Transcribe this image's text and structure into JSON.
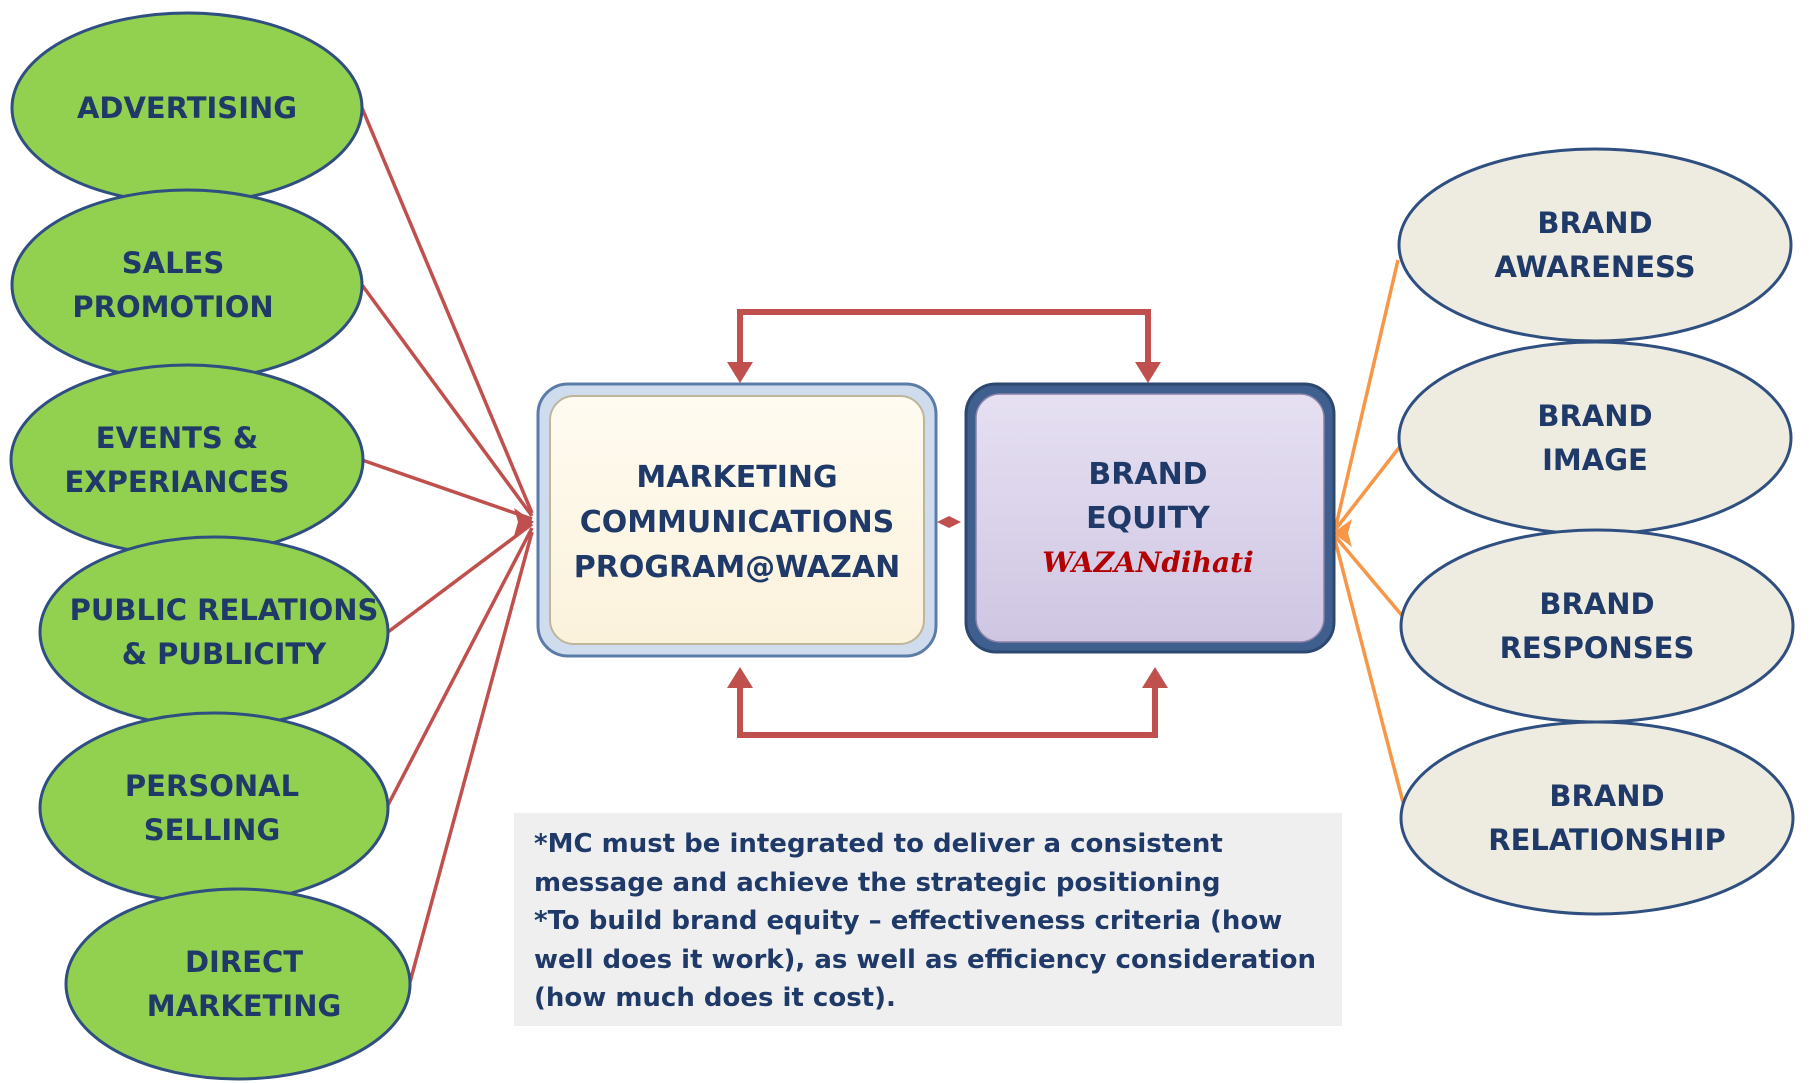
{
  "left_channels": [
    {
      "lines": [
        "ADVERTISING"
      ]
    },
    {
      "lines": [
        "SALES",
        "PROMOTION"
      ]
    },
    {
      "lines": [
        "EVENTS &",
        "EXPERIANCES"
      ]
    },
    {
      "lines": [
        "PUBLIC RELATIONS",
        "&  PUBLICITY"
      ]
    },
    {
      "lines": [
        "PERSONAL",
        "SELLING"
      ]
    },
    {
      "lines": [
        "DIRECT",
        "MARKETING"
      ]
    }
  ],
  "center": {
    "mc_box": {
      "lines": [
        "MARKETING",
        "COMMUNICATIONS",
        "PROGRAM@WAZAN"
      ]
    },
    "equity_box": {
      "lines": [
        "BRAND",
        "EQUITY"
      ],
      "brand_name": "WAZANdihati"
    }
  },
  "right_outcomes": [
    {
      "lines": [
        "BRAND",
        "AWARENESS"
      ]
    },
    {
      "lines": [
        "BRAND",
        "IMAGE"
      ]
    },
    {
      "lines": [
        "BRAND",
        "RESPONSES"
      ]
    },
    {
      "lines": [
        "BRAND",
        "RELATIONSHIP"
      ]
    }
  ],
  "note": {
    "line1": "*MC must be integrated to deliver a consistent message and achieve the strategic positioning",
    "line2": "*To build brand equity – effectiveness criteria (how well does it work), as well as efficiency  consideration (how much does it cost)."
  },
  "colors": {
    "left_ellipse_fill": "#92d050",
    "ellipse_stroke": "#2f4f80",
    "right_ellipse_fill": "#eeece1",
    "mc_box_fill": "#fdf6e3",
    "equity_box_fill": "#d6cfe6",
    "left_connector": "#c0504d",
    "right_connector": "#f79646",
    "feedback_arrow": "#c0504d",
    "text": "#1f3a68",
    "brand_name": "#b30000"
  }
}
